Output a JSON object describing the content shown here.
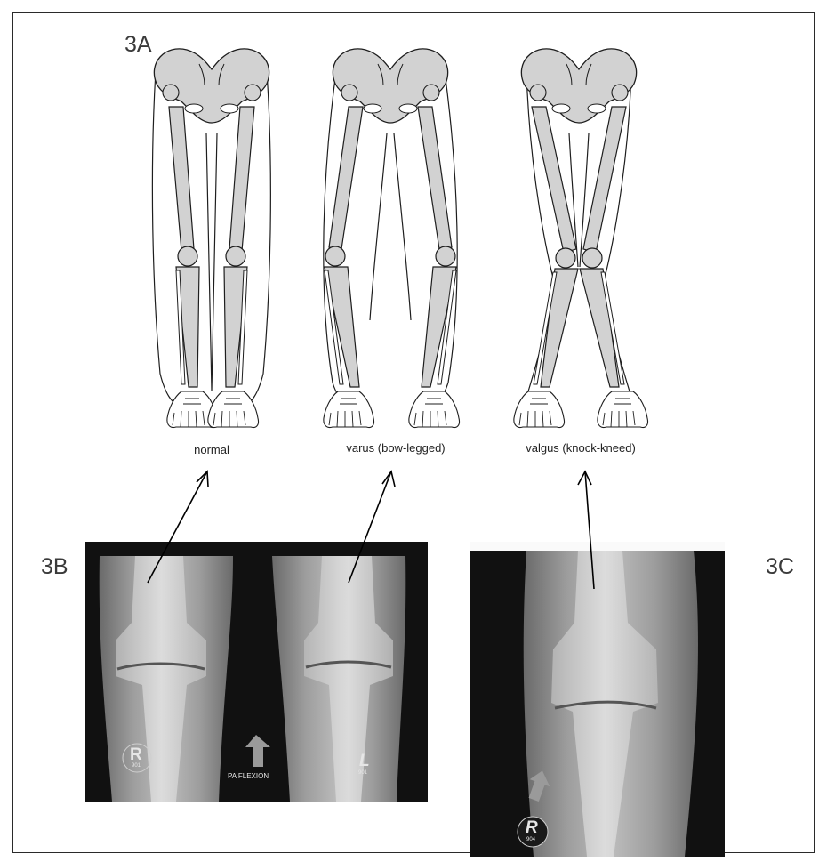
{
  "panels": {
    "a": {
      "label": "3A"
    },
    "b": {
      "label": "3B"
    },
    "c": {
      "label": "3C"
    }
  },
  "captions": {
    "normal": "normal",
    "varus": "varus (bow-legged)",
    "valgus": "valgus (knock-kneed)"
  },
  "xray_b": {
    "right_marker": "R",
    "right_marker_code": "901",
    "left_marker": "L",
    "left_marker_code": "901",
    "view_label": "PA FLEXION"
  },
  "xray_c": {
    "right_marker": "R",
    "right_marker_code": "904"
  },
  "colors": {
    "bone": "#d2d2d2",
    "outline": "#1e1e1e",
    "xray_bg": "#111111"
  }
}
